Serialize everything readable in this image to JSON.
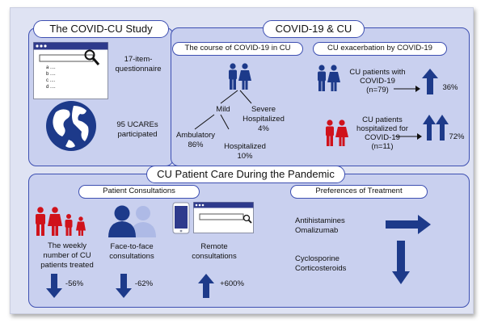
{
  "study": {
    "title": "The COVID-CU Study",
    "questionnaire_label": [
      "17-item-",
      "questionnaire"
    ],
    "list_items": [
      "a ....",
      "b ....",
      "c ....",
      "d ...."
    ],
    "ucares_label": [
      "95 UCAREs",
      "participated"
    ]
  },
  "covid": {
    "title": "COVID-19 & CU",
    "course": {
      "title": "The course of COVID-19 in CU",
      "mild": "Mild",
      "severe": [
        "Severe",
        "Hospitalized",
        "4%"
      ],
      "ambulatory": [
        "Ambulatory",
        "86%"
      ],
      "hospitalized": [
        "Hospitalized",
        "10%"
      ]
    },
    "exacerbation": {
      "title": "CU exacerbation by COVID-19",
      "group1": [
        "CU patients with",
        "COVID-19",
        "(n=79)"
      ],
      "group1_pct": "36%",
      "group2": [
        "CU patients",
        "hospitalized for",
        "COVID-19",
        "(n=11)"
      ],
      "group2_pct": "72%"
    }
  },
  "care": {
    "title": "CU Patient Care During the Pandemic",
    "consultations": {
      "title": "Patient Consultations",
      "weekly": [
        "The weekly",
        "number of CU",
        "patients treated"
      ],
      "weekly_pct": "-56%",
      "face": [
        "Face-to-face",
        "consultations"
      ],
      "face_pct": "-62%",
      "remote": [
        "Remote",
        "consultations"
      ],
      "remote_pct": "+600%"
    },
    "preferences": {
      "title": "Preferences of Treatment",
      "right": [
        "Antihistamines",
        "Omalizumab"
      ],
      "down": [
        "Cyclosporine",
        "Corticosteroids"
      ]
    }
  },
  "colors": {
    "navy": "#1d3a8a",
    "red": "#d0121b",
    "panel": "#c9d0ef",
    "border": "#3d4fb1"
  }
}
